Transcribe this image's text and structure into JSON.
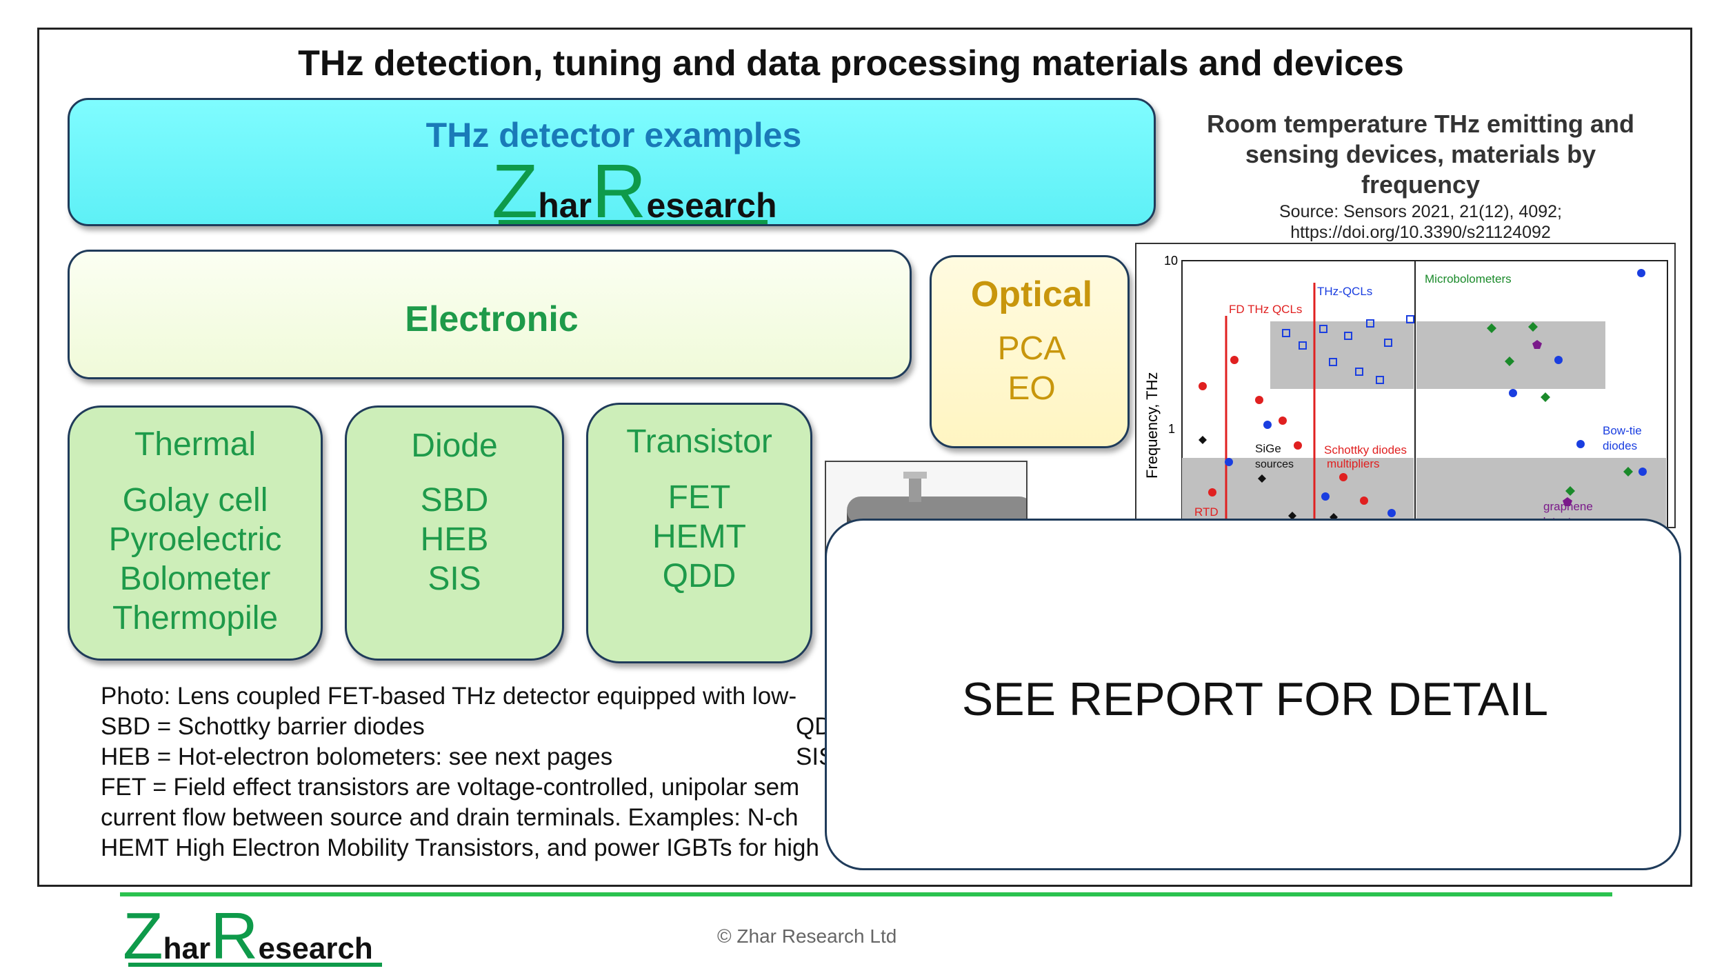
{
  "title": "THz detection, tuning and data processing materials and devices",
  "banner": {
    "title": "THz detector examples",
    "logo": {
      "z": "Z",
      "har": "har",
      "r": "R",
      "esearch": "esearch"
    }
  },
  "electronic": {
    "label": "Electronic"
  },
  "optical": {
    "title": "Optical",
    "items": [
      "PCA",
      "EO"
    ]
  },
  "categories": [
    {
      "title": "Thermal",
      "items": [
        "Golay cell",
        "Pyroelectric",
        "Bolometer",
        "Thermopile"
      ]
    },
    {
      "title": "Diode",
      "items": [
        "SBD",
        "HEB",
        "SIS"
      ]
    },
    {
      "title": "Transistor",
      "items": [
        "FET",
        "HEMT",
        "QDD"
      ]
    }
  ],
  "notes": [
    "Photo: Lens coupled FET-based THz detector equipped with low-",
    "SBD = Schottky barrier diodes",
    "HEB = Hot-electron bolometers: see next pages",
    "FET = Field effect transistors are voltage-controlled, unipolar sem",
    "current flow between source and drain terminals. Examples: N-ch",
    "HEMT High Electron Mobility Transistors, and power IGBTs for high"
  ],
  "notes_right": [
    "QD",
    "SIS"
  ],
  "side": {
    "title_lines": [
      "Room temperature THz emitting and",
      "sensing devices, materials by",
      "frequency"
    ],
    "source_lines": [
      "Source: Sensors 2021, 21(12), 4092;",
      "https://doi.org/10.3390/s21124092"
    ]
  },
  "chart_data": {
    "type": "scatter",
    "ylabel": "Frequency, THz",
    "yscale": "log",
    "ytick_labels": [
      "10",
      "1"
    ],
    "annotations": [
      "THz-QCLs",
      "FD THz QCLs",
      "SiGe",
      "sources",
      "Schottky diodes",
      "multipliers",
      "RTD",
      "Microbolometers",
      "Bow-tie",
      "diodes",
      "graphene",
      "detectors"
    ],
    "colors": {
      "red": "#e02020",
      "blue": "#1a3ee0",
      "green": "#1a8a2a",
      "black": "#111111",
      "purple": "#7a1a8a",
      "band": "#c0c0c0"
    }
  },
  "overlay": {
    "text": "SEE REPORT FOR DETAIL"
  },
  "footer": {
    "copyright": "© Zhar Research Ltd"
  }
}
